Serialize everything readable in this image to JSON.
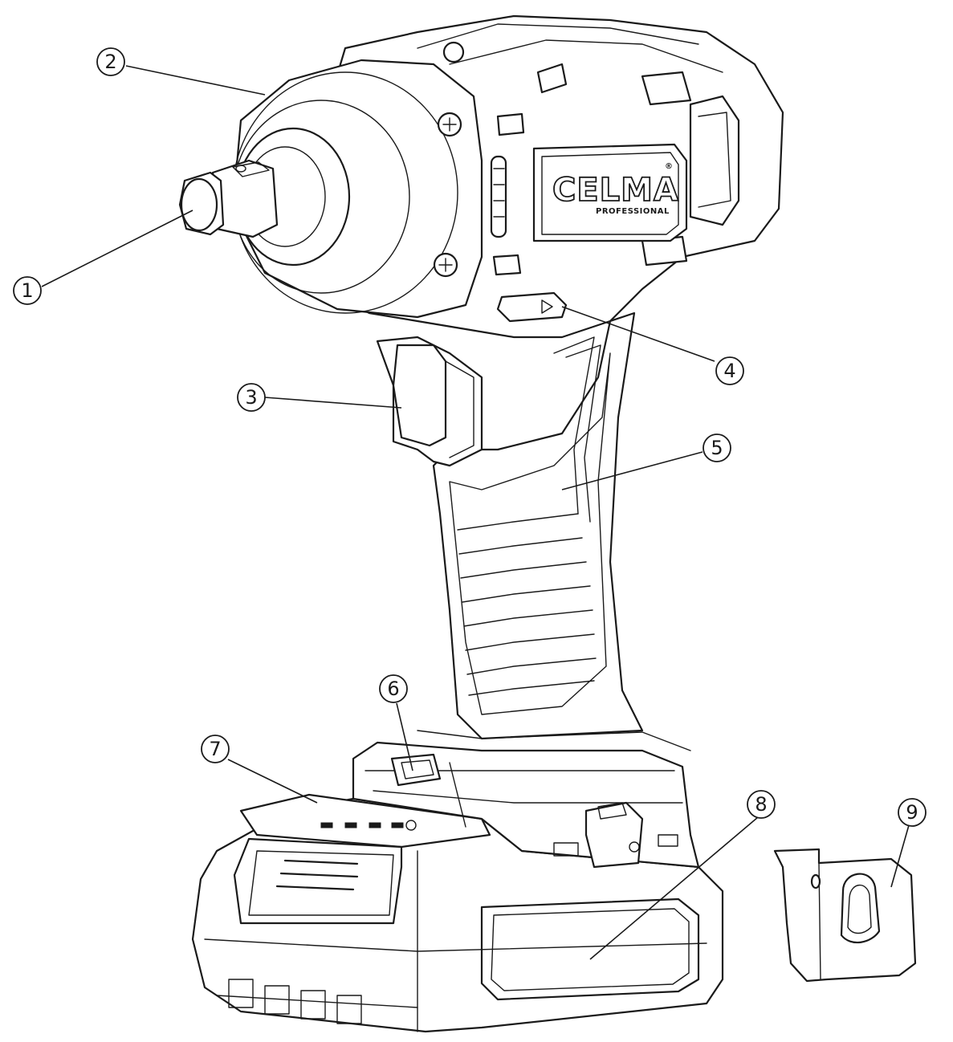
{
  "brand": {
    "name": "CELMA",
    "mark": "®",
    "subtitle": "PROFESSIONAL"
  },
  "callouts": [
    {
      "id": "1",
      "label": "1"
    },
    {
      "id": "2",
      "label": "2"
    },
    {
      "id": "3",
      "label": "3"
    },
    {
      "id": "4",
      "label": "4"
    },
    {
      "id": "5",
      "label": "5"
    },
    {
      "id": "6",
      "label": "6"
    },
    {
      "id": "7",
      "label": "7"
    },
    {
      "id": "8",
      "label": "8"
    },
    {
      "id": "9",
      "label": "9"
    }
  ]
}
